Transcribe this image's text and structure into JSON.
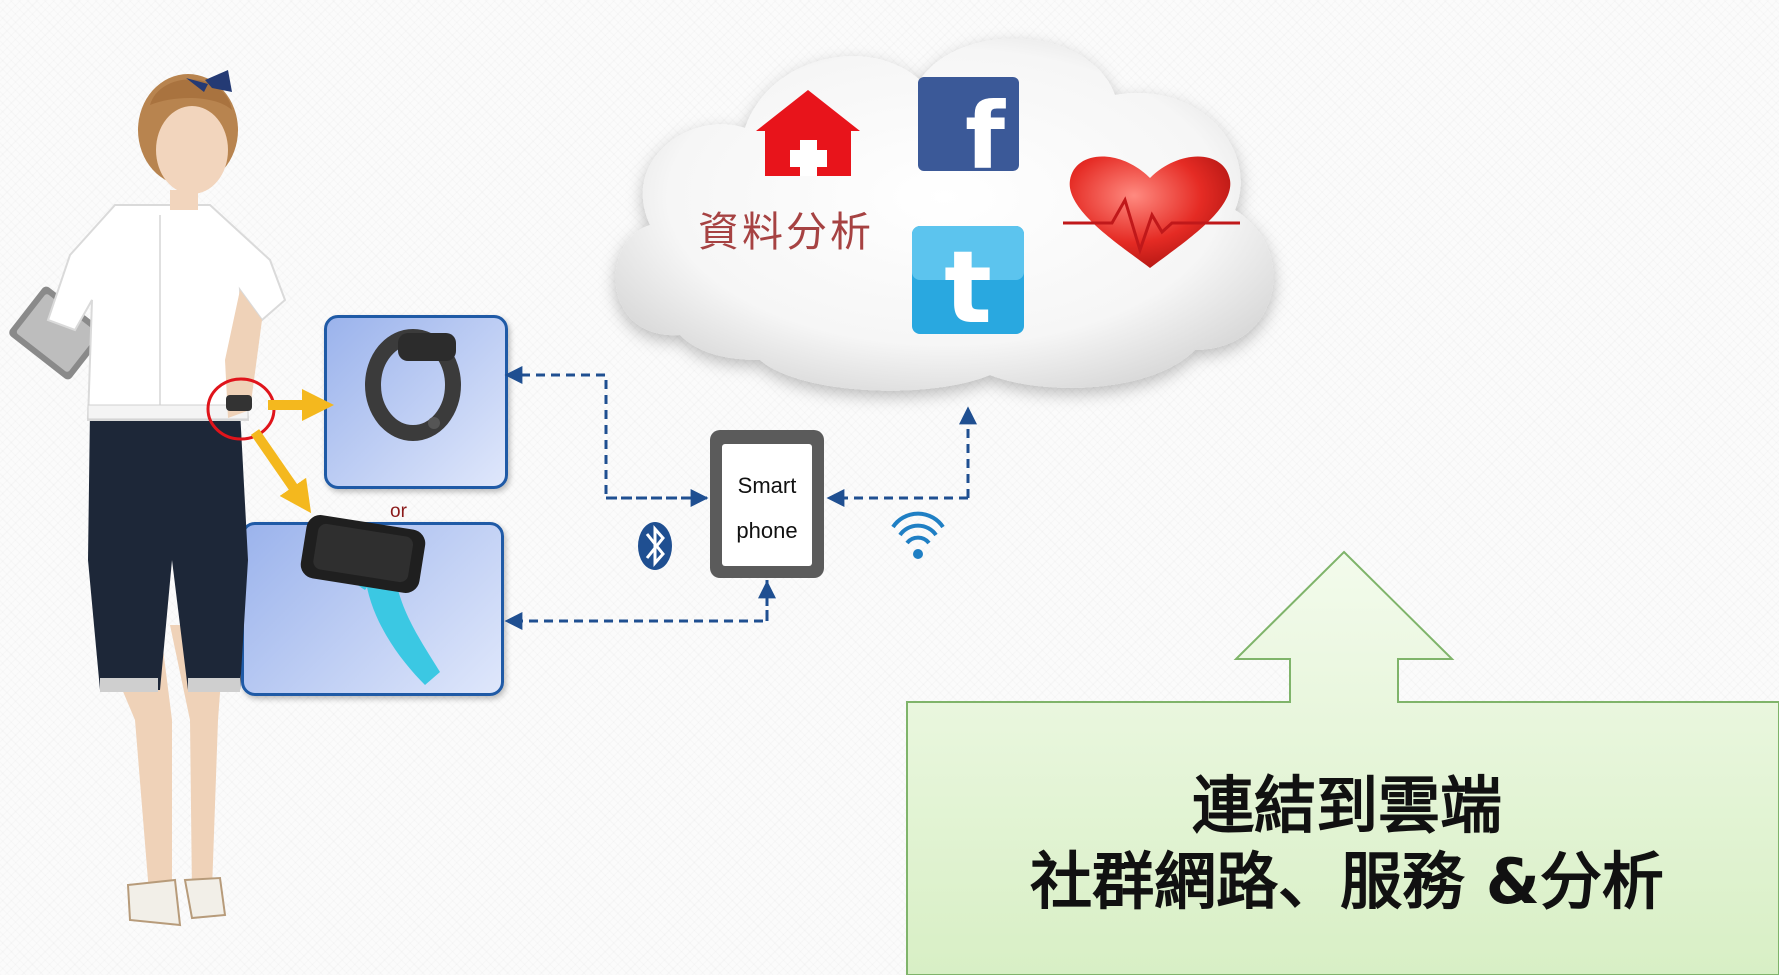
{
  "cloud": {
    "label": "資料分析"
  },
  "devices": {
    "or_label": "or"
  },
  "phone": {
    "line1": "Smart",
    "line2": "phone"
  },
  "callout": {
    "line1": "連結到雲端",
    "line2": "社群網路、服務 &分析"
  },
  "colors": {
    "box_border": "#1f5aa6",
    "dash_line": "#1f4f91",
    "hospital_red": "#e8141b",
    "facebook_blue": "#3b5998",
    "twitter_blue": "#29a8e0",
    "heart_red": "#d9211f",
    "callout_border": "#7fb46a",
    "callout_fill": "#eaf6df",
    "pointer_arrow": "#f4b81e"
  },
  "icons": [
    "hospital-icon",
    "facebook-icon",
    "twitter-icon",
    "heart-pulse-icon",
    "bluetooth-icon",
    "wifi-icon",
    "smartphone-icon"
  ]
}
